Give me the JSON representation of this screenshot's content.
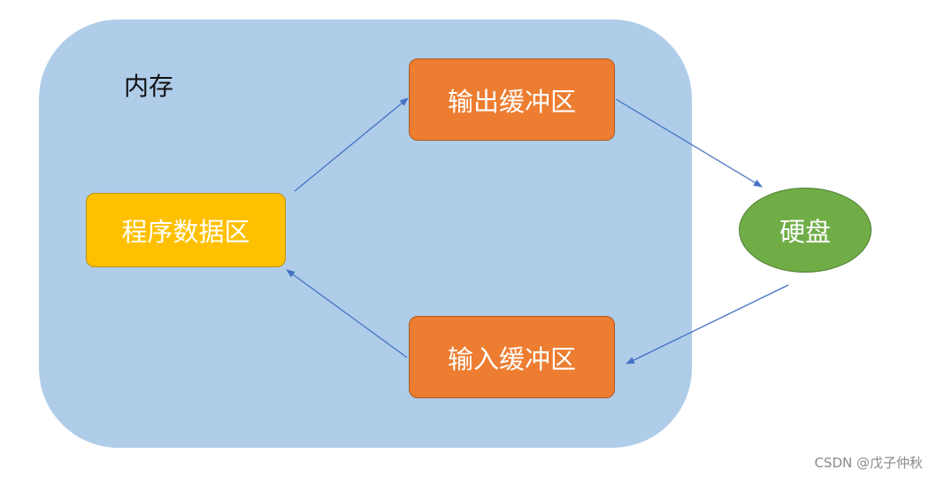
{
  "diagram": {
    "memory_label": "内存",
    "nodes": {
      "program_data": "程序数据区",
      "output_buffer": "输出缓冲区",
      "input_buffer": "输入缓冲区",
      "disk": "硬盘"
    },
    "edges": [
      {
        "from": "程序数据区",
        "to": "输出缓冲区"
      },
      {
        "from": "输出缓冲区",
        "to": "硬盘"
      },
      {
        "from": "硬盘",
        "to": "输入缓冲区"
      },
      {
        "from": "输入缓冲区",
        "to": "程序数据区"
      }
    ]
  },
  "colors": {
    "memory": "#afcde9",
    "buffer": "#ed7d31",
    "program_data": "#ffc000",
    "disk": "#70ad47",
    "arrow": "#4472c4"
  },
  "watermark": "CSDN @戊子仲秋"
}
